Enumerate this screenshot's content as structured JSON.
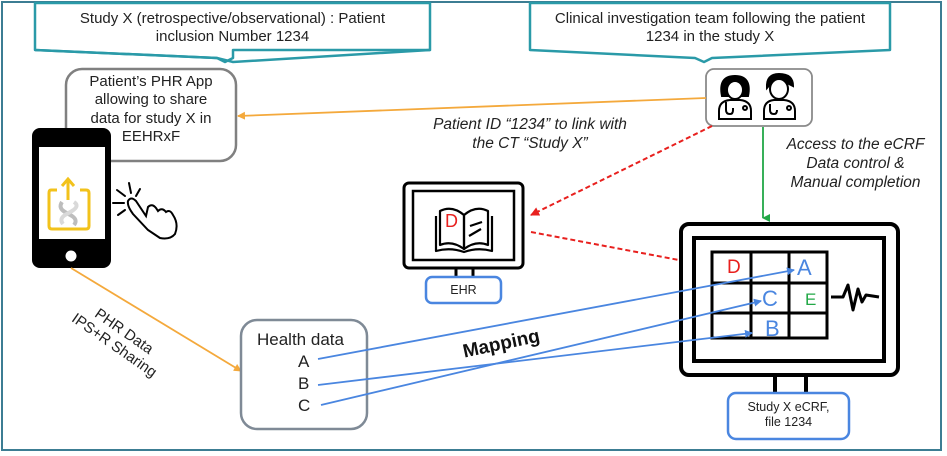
{
  "callouts": {
    "study": {
      "line1": "Study X (retrospective/observational) : Patient",
      "line2": "inclusion Number 1234"
    },
    "team": {
      "line1": "Clinical investigation team following the patient",
      "line2": "1234 in the study X"
    }
  },
  "phr_app_box": {
    "line1": "Patient’s PHR App",
    "line2": "allowing to share",
    "line3": "data for study X in",
    "line4": "EEHRxF"
  },
  "labels": {
    "patient_id": {
      "line1": "Patient ID “1234” to link with",
      "line2": "the CT “Study X”"
    },
    "access": {
      "line1": "Access to the eCRF",
      "line2": "Data control &",
      "line3": "Manual completion"
    },
    "phr_sharing": {
      "line1": "PHR Data",
      "line2": "IPS+R Sharing"
    },
    "mapping": "Mapping"
  },
  "ehr": {
    "label": "EHR",
    "book_letter": "D"
  },
  "health_data": {
    "title": "Health data",
    "items": [
      "A",
      "B",
      "C"
    ]
  },
  "ecrf": {
    "label_line1": "Study X eCRF,",
    "label_line2": "file 1234",
    "grid": [
      [
        "D",
        "",
        "A"
      ],
      [
        "",
        "C",
        "E"
      ],
      [
        "",
        "B",
        ""
      ]
    ]
  },
  "colors": {
    "frame": "#3c7d93",
    "callout_border": "#2a9aa8",
    "orange_arrow": "#f4a93c",
    "red_dashed": "#e8201e",
    "blue_arrow": "#4a86e0",
    "green_arrow": "#22a847",
    "letter_red": "#e8201e",
    "letter_blue": "#4a86e0",
    "letter_green": "#22a847",
    "app_icon": "#f2c21b"
  },
  "icons": [
    "smartphone-icon",
    "share-app-icon",
    "tap-hand-icon",
    "doctors-icon",
    "open-book-icon",
    "monitor-icon",
    "heartbeat-icon"
  ]
}
